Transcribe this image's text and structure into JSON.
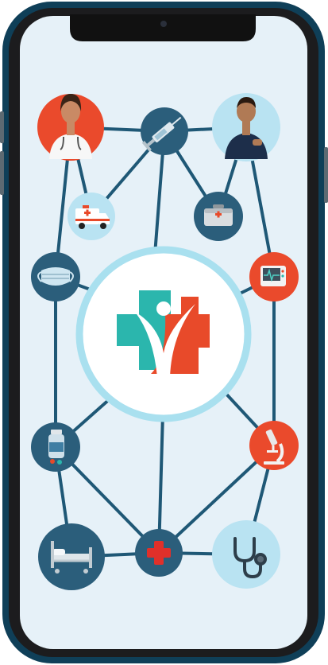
{
  "colors": {
    "phone_frame": "#0f3f58",
    "phone_bezel": "#1c1c1e",
    "screen": "#e6f1f8",
    "network_line": "#1f5876",
    "node_dark": "#2b5e7b",
    "node_red": "#ea4a2c",
    "node_light": "#b9e3f2",
    "logo_teal": "#2bb6ad",
    "logo_red": "#e84a2a"
  },
  "nodes": [
    {
      "name": "doctor-avatar",
      "icon": "female-doctor-icon",
      "style": "red"
    },
    {
      "name": "syringe-node",
      "icon": "syringe-icon",
      "style": "dark"
    },
    {
      "name": "patient-avatar",
      "icon": "male-patient-icon",
      "style": "light"
    },
    {
      "name": "ambulance-node",
      "icon": "ambulance-icon",
      "style": "light"
    },
    {
      "name": "first-aid-kit-node",
      "icon": "first-aid-kit-icon",
      "style": "dark"
    },
    {
      "name": "face-mask-node",
      "icon": "face-mask-icon",
      "style": "dark"
    },
    {
      "name": "monitor-node",
      "icon": "medical-monitor-icon",
      "style": "red"
    },
    {
      "name": "medicine-bottle-node",
      "icon": "medicine-bottle-icon",
      "style": "dark"
    },
    {
      "name": "microscope-node",
      "icon": "microscope-icon",
      "style": "red"
    },
    {
      "name": "hospital-bed-node",
      "icon": "hospital-bed-icon",
      "style": "dark"
    },
    {
      "name": "red-cross-node",
      "icon": "red-cross-icon",
      "style": "dark"
    },
    {
      "name": "stethoscope-node",
      "icon": "stethoscope-icon",
      "style": "light"
    }
  ],
  "center_logo": {
    "icon": "healthcare-cross-logo-icon"
  }
}
